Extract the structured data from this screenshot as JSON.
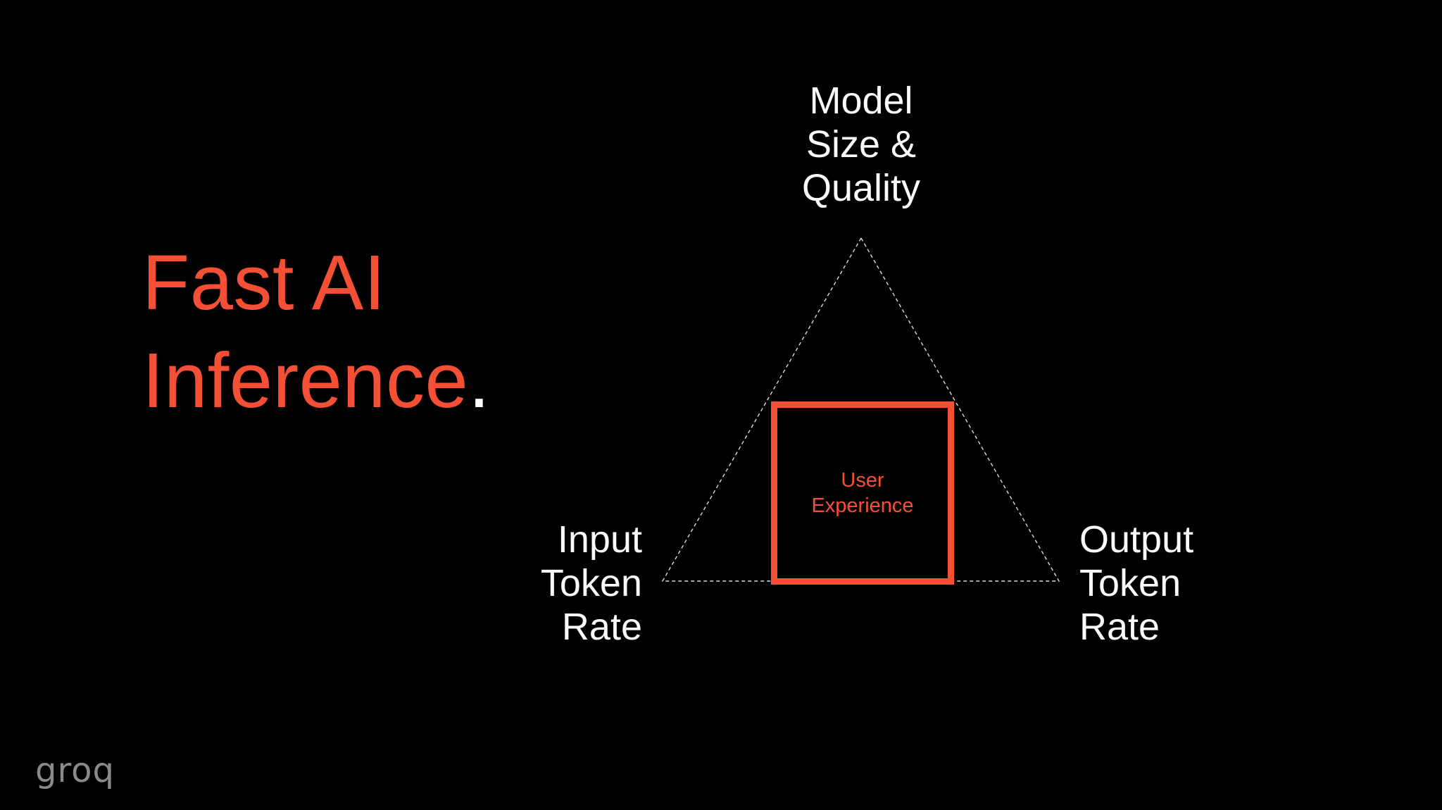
{
  "slide": {
    "colors": {
      "background": "#000000",
      "accent_orange": "#F55036",
      "text_white": "#FAFAFA",
      "dashed_line": "#DCDCDC",
      "logo_gray": "#8A8A8A",
      "headline_period": "#FFFFFF"
    },
    "headline": {
      "line1": "Fast AI",
      "line2": "Inference",
      "period": "."
    },
    "diagram": {
      "top_label": {
        "lines": [
          "Model",
          "Size &",
          "Quality"
        ]
      },
      "left_label": {
        "lines": [
          "Input",
          "Token",
          "Rate"
        ]
      },
      "right_label": {
        "lines": [
          "Output",
          "Token",
          "Rate"
        ]
      },
      "center_box": {
        "lines": [
          "User",
          "Experience"
        ]
      }
    },
    "footer": {
      "logo_text": "groq"
    }
  }
}
